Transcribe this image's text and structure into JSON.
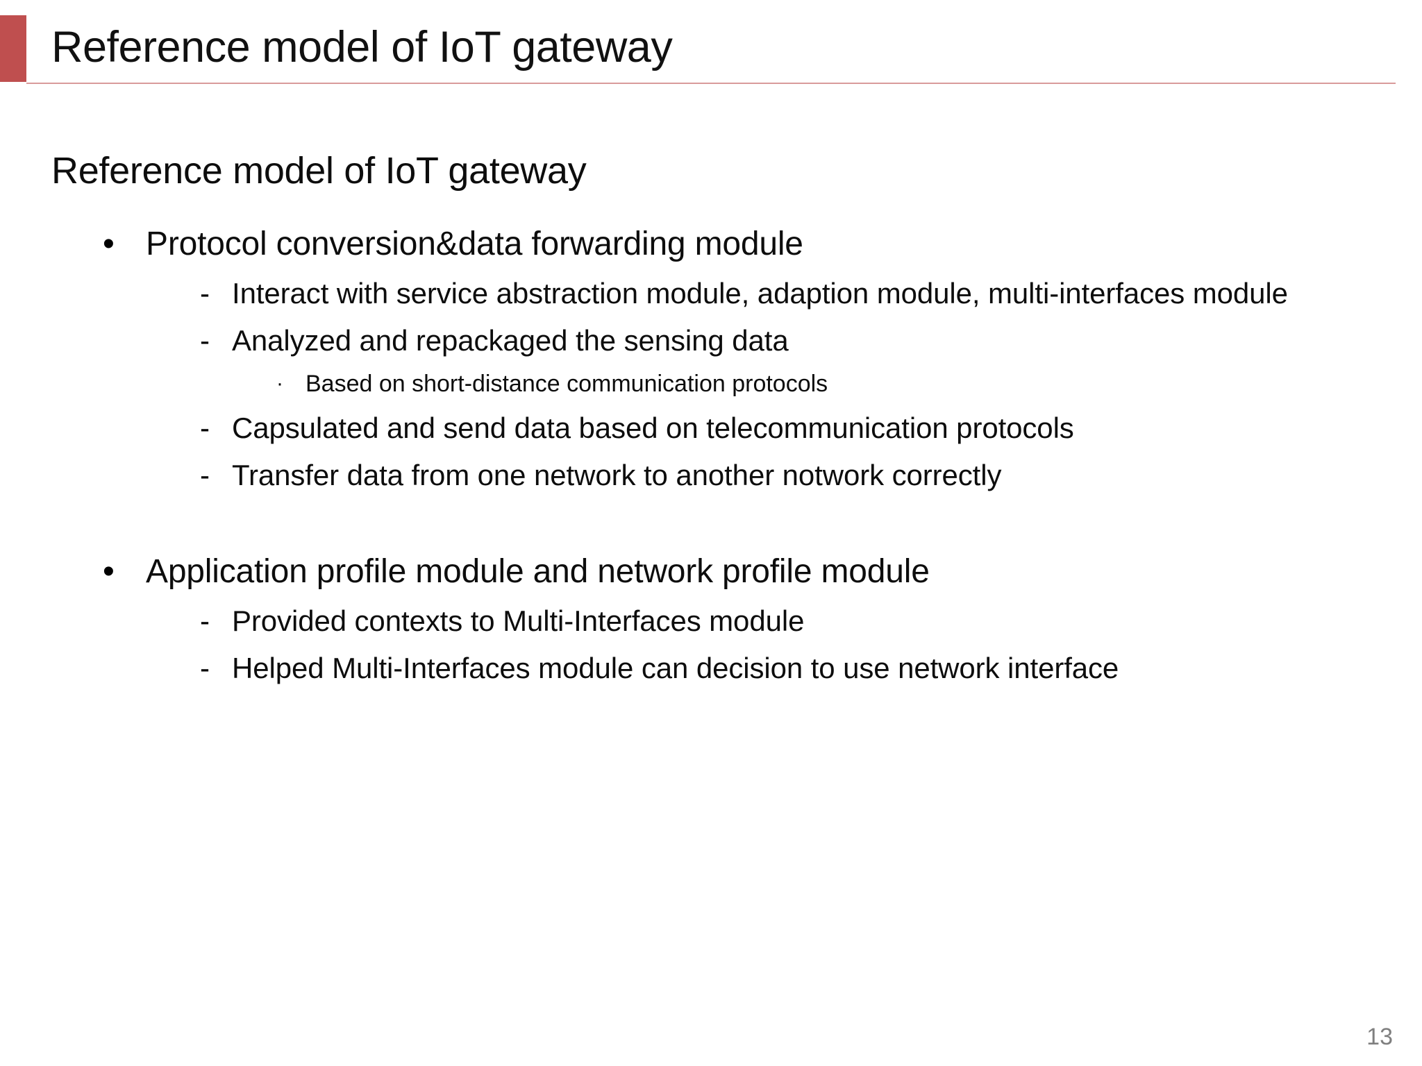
{
  "slide": {
    "title": "Reference model of IoT gateway",
    "accent_color": "#BF4F4F",
    "rule_color": "#D99A9A",
    "background_color": "#FFFFFF",
    "page_number": "13"
  },
  "content": {
    "section_heading": "Reference model of IoT gateway",
    "markers": {
      "level1": "•",
      "level2": "-",
      "level3": "·"
    },
    "groups": [
      {
        "bullet": "Protocol conversion&data forwarding module",
        "items": [
          {
            "text": "Interact with service abstraction module, adaption module, multi-interfaces module",
            "children": []
          },
          {
            "text": "Analyzed and repackaged the sensing data",
            "children": [
              "Based on short-distance communication protocols"
            ]
          },
          {
            "text": "Capsulated and send data based on telecommunication protocols",
            "children": []
          },
          {
            "text": "Transfer data from one network to another notwork correctly",
            "children": []
          }
        ]
      },
      {
        "bullet": "Application profile module and network profile module",
        "items": [
          {
            "text": "Provided contexts to Multi-Interfaces module",
            "children": []
          },
          {
            "text": "Helped Multi-Interfaces module can decision to use network interface",
            "children": []
          }
        ]
      }
    ]
  }
}
